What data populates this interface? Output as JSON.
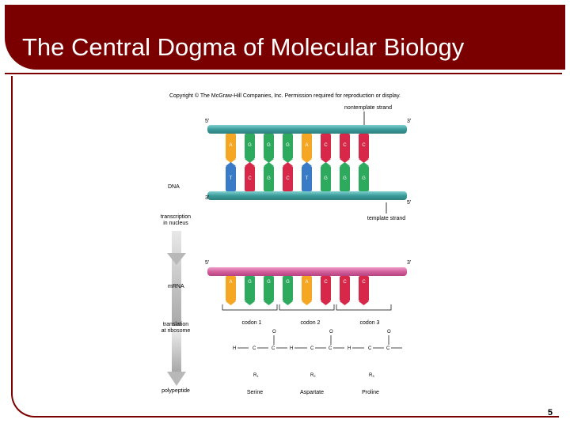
{
  "slide": {
    "title": "The Central Dogma of Molecular Biology",
    "page_number": "5"
  },
  "diagram": {
    "copyright": "Copyright © The McGraw-Hill Companies, Inc. Permission required for reproduction or display.",
    "nontemplate_label": "nontemplate strand",
    "template_label": "template strand",
    "dna_label": "DNA",
    "mrna_label": "mRNA",
    "polypeptide_label": "polypeptide",
    "step1": [
      "transcription",
      "in nucleus"
    ],
    "step2": [
      "translation",
      "at ribosome"
    ],
    "dna_top_ends": [
      "5'",
      "3'"
    ],
    "dna_bottom_ends": [
      "3'",
      "5'"
    ],
    "mrna_ends": [
      "5'",
      "3'"
    ],
    "top_bases": [
      "A",
      "G",
      "G",
      "G",
      "A",
      "C",
      "C",
      "C"
    ],
    "bottom_bases": [
      "T",
      "C",
      "G",
      "C",
      "T",
      "G",
      "G",
      "G"
    ],
    "mrna_bases": [
      "A",
      "G",
      "G",
      "G",
      "A",
      "C",
      "C",
      "C"
    ],
    "codons": [
      {
        "label": "codon 1",
        "r": "R",
        "r_sub": "1",
        "amino_acid": "Serine"
      },
      {
        "label": "codon 2",
        "r": "R",
        "r_sub": "2",
        "amino_acid": "Aspartate"
      },
      {
        "label": "codon 3",
        "r": "R",
        "r_sub": "3",
        "amino_acid": "Proline"
      }
    ],
    "atoms": {
      "h": "H",
      "c": "C",
      "o": "O"
    },
    "colors": {
      "A": "#f5a623",
      "T": "#3a7bc8",
      "G": "#2eaa5e",
      "C": "#d8284a",
      "backbone_dna": "#4aa8a8",
      "backbone_mrna": "#d96aa6",
      "arrow": "#c8c8c8"
    }
  }
}
